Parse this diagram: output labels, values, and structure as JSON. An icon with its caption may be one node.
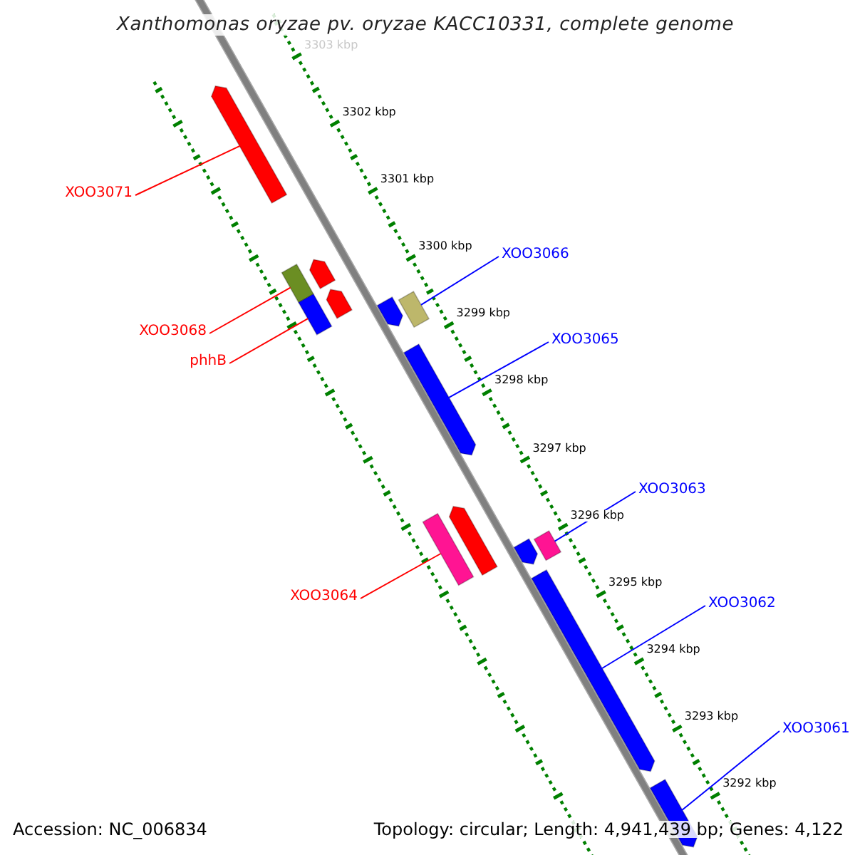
{
  "diagram": {
    "title": "Xanthomonas oryzae pv. oryzae KACC10331, complete genome",
    "nodes": [
      {
        "text": [
          "XOO3071"
        ]
      },
      {
        "text": [
          "XOO3066"
        ]
      },
      {
        "text": [
          "XOO3068"
        ]
      },
      {
        "text": [
          "phhB"
        ]
      },
      {
        "text": [
          "XOO3065"
        ]
      },
      {
        "text": [
          "XOO3063"
        ]
      },
      {
        "text": [
          "XOO3064"
        ]
      },
      {
        "text": [
          "XOO3062"
        ]
      },
      {
        "text": [
          "XOO3061"
        ]
      },
      {
        "text": [],
        "shape": "bar"
      },
      {
        "text": [],
        "shape": "bar"
      },
      {
        "text": [],
        "shape": "bar"
      },
      {
        "text": [],
        "shape": "bar"
      },
      {
        "text": [],
        "shape": "bar"
      },
      {
        "text": [],
        "shape": "bar"
      },
      {
        "text": [],
        "shape": "bar"
      },
      {
        "text": [],
        "shape": "bar"
      },
      {
        "text": [],
        "shape": "bar"
      },
      {
        "text": [],
        "shape": "bar"
      },
      {
        "text": [],
        "shape": "bar"
      },
      {
        "text": [],
        "shape": "bar"
      },
      {
        "text": [],
        "shape": "bar"
      },
      {
        "text": [],
        "shape": "bar"
      }
    ],
    "edges": [
      {
        "from": 0,
        "to": 9,
        "arrow": "none",
        "color": "#ff0000"
      },
      {
        "from": 1,
        "to": 15,
        "arrow": "none"
      },
      {
        "from": 2,
        "to": 10,
        "arrow": "none",
        "color": "#ff0000"
      },
      {
        "from": 3,
        "to": 12,
        "arrow": "none",
        "color": "#ff0000"
      },
      {
        "from": 4,
        "to": 16,
        "arrow": "none"
      },
      {
        "from": 5,
        "to": 20,
        "arrow": "none"
      },
      {
        "from": 6,
        "to": 17,
        "arrow": "none",
        "color": "#ff0000"
      },
      {
        "from": 7,
        "to": 21,
        "arrow": "none"
      },
      {
        "from": 8,
        "to": 22,
        "arrow": "none"
      }
    ],
    "labels": [
      "3303 kbp",
      "3302 kbp",
      "3301 kbp",
      "3300 kbp",
      "3299 kbp",
      "3298 kbp",
      "3297 kbp",
      "3296 kbp",
      "3295 kbp",
      "3294 kbp",
      "3293 kbp",
      "3292 kbp",
      "Accession: NC_006834",
      "Topology: circular; Length: 4,941,439 bp; Genes: 4,122"
    ]
  }
}
